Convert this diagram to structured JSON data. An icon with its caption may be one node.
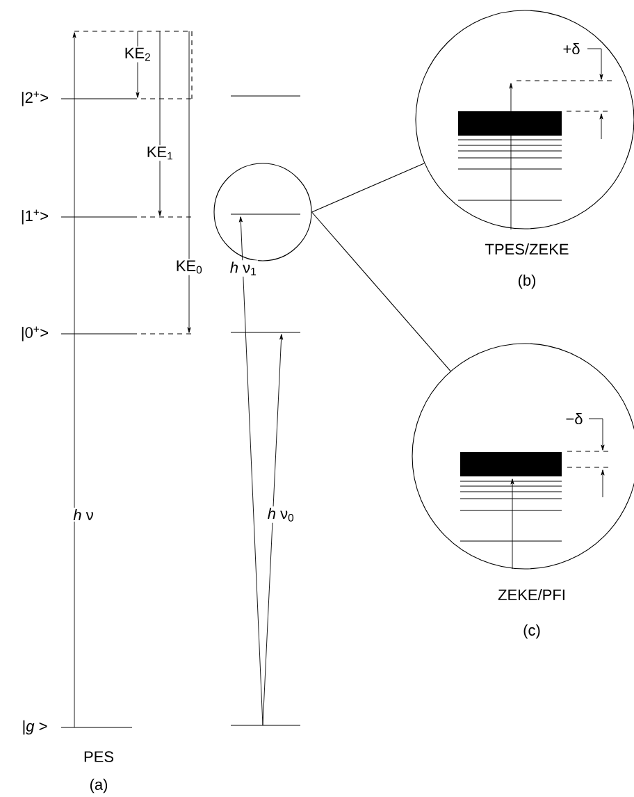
{
  "diagram": {
    "nodes": [
      {
        "text": [],
        "shape": "circle"
      },
      {
        "text": [
          "+δ"
        ],
        "beside": [
          "TPES/ZEKE",
          "(b)"
        ]
      },
      {
        "text": [
          "−δ"
        ],
        "beside": [
          "ZEKE/PFI",
          "(c)"
        ]
      }
    ],
    "edges": [
      {
        "from": 0,
        "to": 1,
        "arrow": "none"
      },
      {
        "from": 0,
        "to": 2,
        "arrow": "none"
      }
    ],
    "labels": [
      "|2$^{+}$>",
      "|1$^{+}$>",
      "|0$^{+}$>",
      "|*g* >",
      "KE$_{2}$",
      "KE$_{1}$",
      "KE$_{0}$",
      "*h* ν",
      "*h* ν$_{1}$",
      "*h* ν$_{0}$",
      "PES",
      "(a)"
    ]
  }
}
